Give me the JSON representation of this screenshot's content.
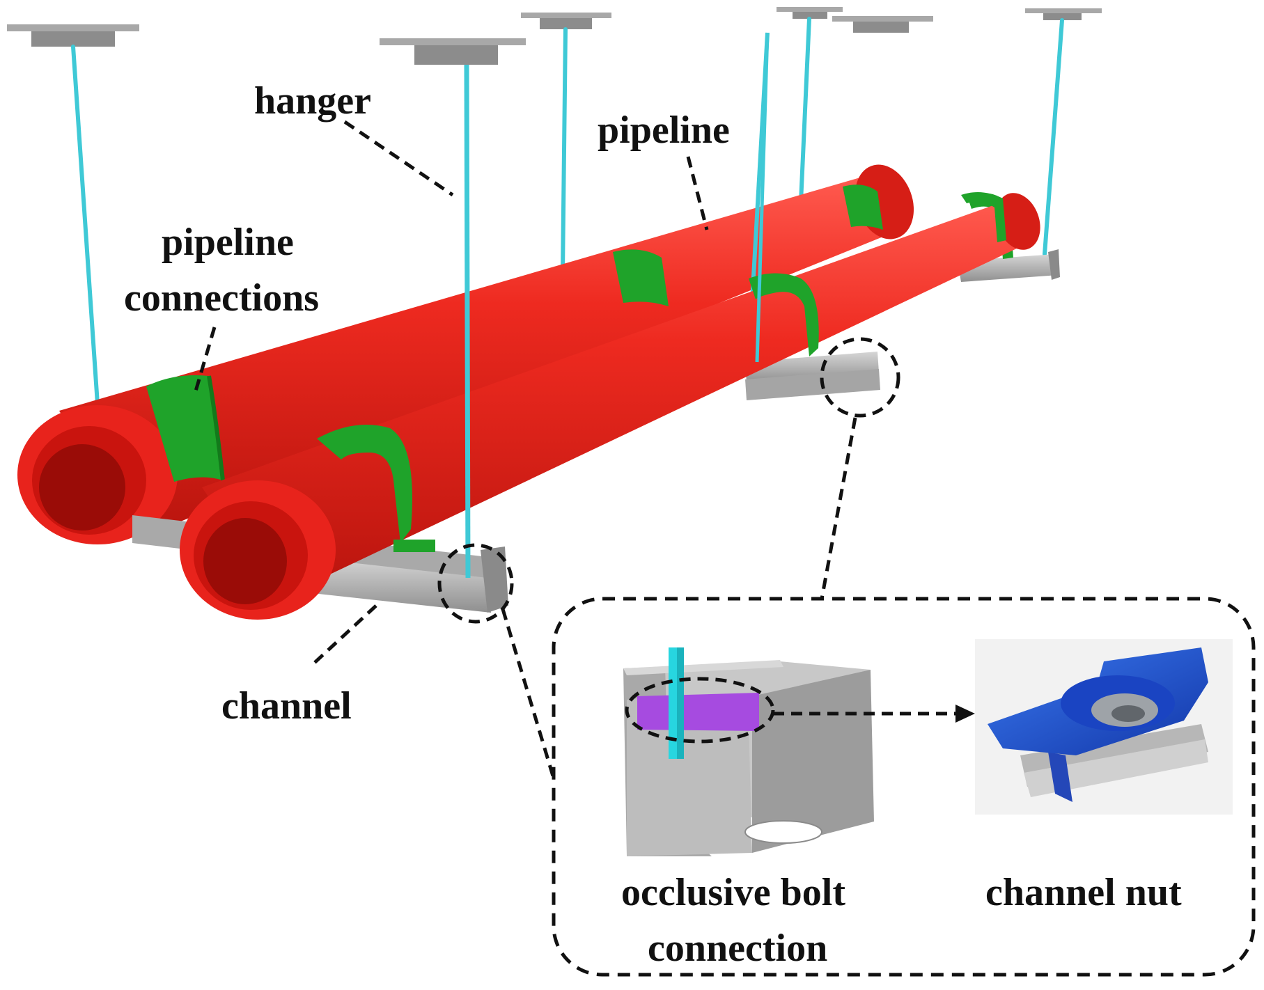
{
  "labels": {
    "hanger": "hanger",
    "pipeline": "pipeline",
    "pipeline_connections_line1": "pipeline",
    "pipeline_connections_line2": "connections",
    "channel": "channel",
    "occlusive_bolt_line1": "occlusive bolt",
    "occlusive_bolt_line2": "connection",
    "channel_nut": "channel nut"
  },
  "colors": {
    "pipe": "#e8231c",
    "pipe_dark": "#b3120c",
    "pipe_inner": "#c9140e",
    "clamp": "#1fa32a",
    "clamp_dark": "#137a1b",
    "hanger_rod": "#3fc9d6",
    "plate": "#9a9a9a",
    "channel": "#b9b9b9",
    "channel_dark": "#8c8c8c",
    "bolt_highlight": "#a64be0",
    "nut_blue": "#1f55d6",
    "leader": "#111111"
  }
}
